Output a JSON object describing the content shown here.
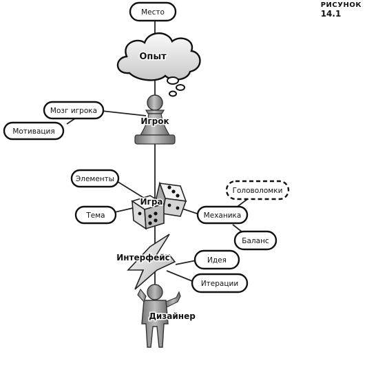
{
  "figure": {
    "word": "РИСУНОК",
    "number": "14.1"
  },
  "hubs": {
    "experience": "Опыт",
    "player": "Игрок",
    "game": "Игра",
    "interface": "Интерфейс",
    "designer": "Дизайнер"
  },
  "nodes": {
    "place": "Место",
    "player_brain": "Мозг игрока",
    "motivation": "Мотивация",
    "elements": "Элементы",
    "theme": "Тема",
    "puzzles": "Головоломки",
    "mechanics": "Механика",
    "balance": "Баланс",
    "idea": "Идея",
    "iterations": "Итерации"
  }
}
